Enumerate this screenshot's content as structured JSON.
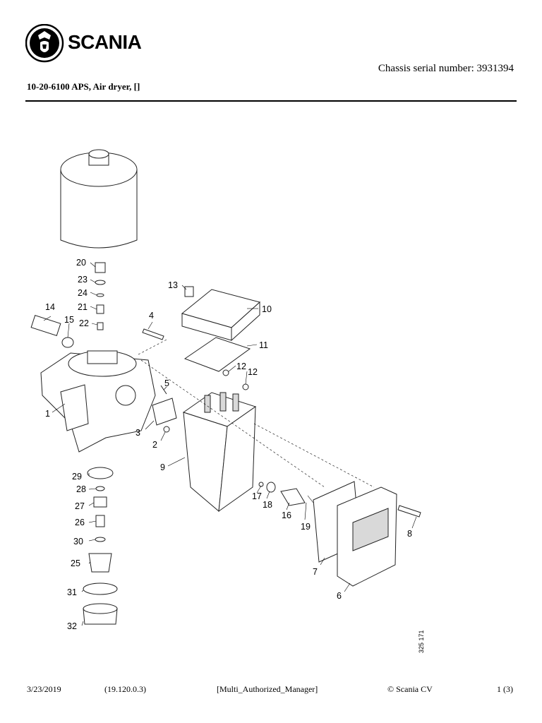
{
  "header": {
    "brand": "SCANIA",
    "chassis_serial": "Chassis serial number: 3931394",
    "title": "10-20-6100 APS, Air dryer, []"
  },
  "diagram": {
    "reference": "325 171",
    "callouts": [
      "1",
      "2",
      "3",
      "4",
      "5",
      "6",
      "7",
      "8",
      "9",
      "10",
      "11",
      "12",
      "12",
      "13",
      "14",
      "15",
      "16",
      "17",
      "18",
      "19",
      "20",
      "21",
      "22",
      "23",
      "24",
      "25",
      "26",
      "27",
      "28",
      "29",
      "30",
      "31",
      "32"
    ]
  },
  "footer": {
    "date": "3/23/2019",
    "version": "(19.120.0.3)",
    "user": "[Multi_Authorized_Manager]",
    "copyright": "© Scania CV",
    "page": "1 (3)"
  }
}
